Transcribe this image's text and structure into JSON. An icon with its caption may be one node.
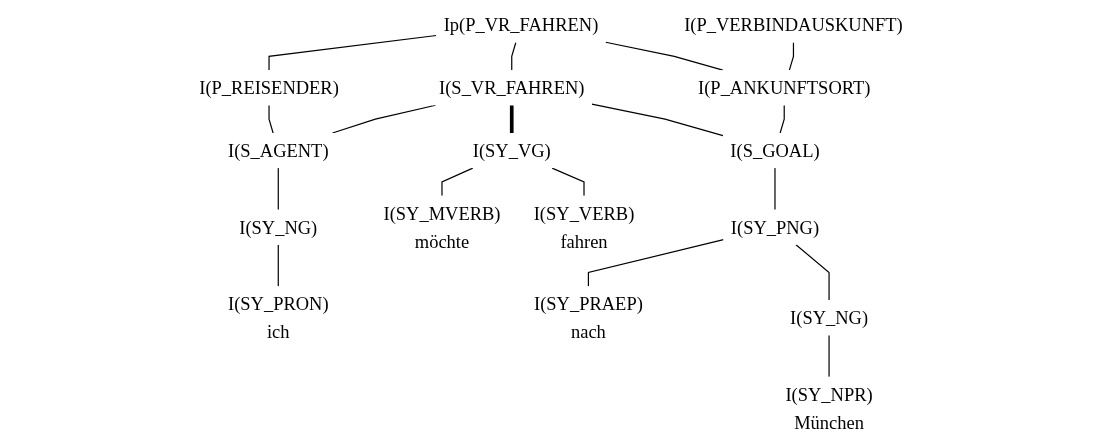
{
  "diagram": {
    "nodes": [
      {
        "text": [
          "I(P_VERBINDAUSKUNFT)"
        ]
      },
      {
        "text": [
          "Ip(P_VR_FAHREN)"
        ]
      },
      {
        "text": [
          "I(P_REISENDER)"
        ]
      },
      {
        "text": [
          "I(S_VR_FAHREN)"
        ]
      },
      {
        "text": [
          "I(P_ANKUNFTSORT)"
        ]
      },
      {
        "text": [
          "I(S_AGENT)"
        ]
      },
      {
        "text": [
          "I(S_GOAL)"
        ]
      },
      {
        "text": [
          "I(SY_NG)"
        ]
      },
      {
        "text": [
          "I(SY_VG)"
        ]
      },
      {
        "text": [
          "I(SY_PNG)"
        ]
      },
      {
        "text": [
          "I(SY_PRON)",
          "ich"
        ]
      },
      {
        "text": [
          "I(SY_MVERB)",
          "möchte"
        ]
      },
      {
        "text": [
          "I(SY_VERB)",
          "fahren"
        ]
      },
      {
        "text": [
          "I(SY_PRAEP)",
          "nach"
        ]
      },
      {
        "text": [
          "I(SY_NG)"
        ]
      },
      {
        "text": [
          "I(SY_NPR)",
          "München"
        ]
      }
    ],
    "edges": [
      {
        "from": 0,
        "to": 4,
        "arrow": "none"
      },
      {
        "from": 1,
        "to": 2,
        "arrow": "none"
      },
      {
        "from": 1,
        "to": 3,
        "arrow": "none"
      },
      {
        "from": 1,
        "to": 4,
        "arrow": "none"
      },
      {
        "from": 2,
        "to": 5,
        "arrow": "none"
      },
      {
        "from": 3,
        "to": 5,
        "arrow": "none"
      },
      {
        "from": 3,
        "to": 8,
        "arrow": "none",
        "style": "thick"
      },
      {
        "from": 3,
        "to": 6,
        "arrow": "none"
      },
      {
        "from": 4,
        "to": 6,
        "arrow": "none"
      },
      {
        "from": 5,
        "to": 7,
        "arrow": "none"
      },
      {
        "from": 6,
        "to": 9,
        "arrow": "none"
      },
      {
        "from": 7,
        "to": 10,
        "arrow": "none"
      },
      {
        "from": 8,
        "to": 11,
        "arrow": "none"
      },
      {
        "from": 8,
        "to": 12,
        "arrow": "none"
      },
      {
        "from": 9,
        "to": 13,
        "arrow": "none"
      },
      {
        "from": 9,
        "to": 14,
        "arrow": "none"
      },
      {
        "from": 14,
        "to": 15,
        "arrow": "none"
      }
    ]
  }
}
